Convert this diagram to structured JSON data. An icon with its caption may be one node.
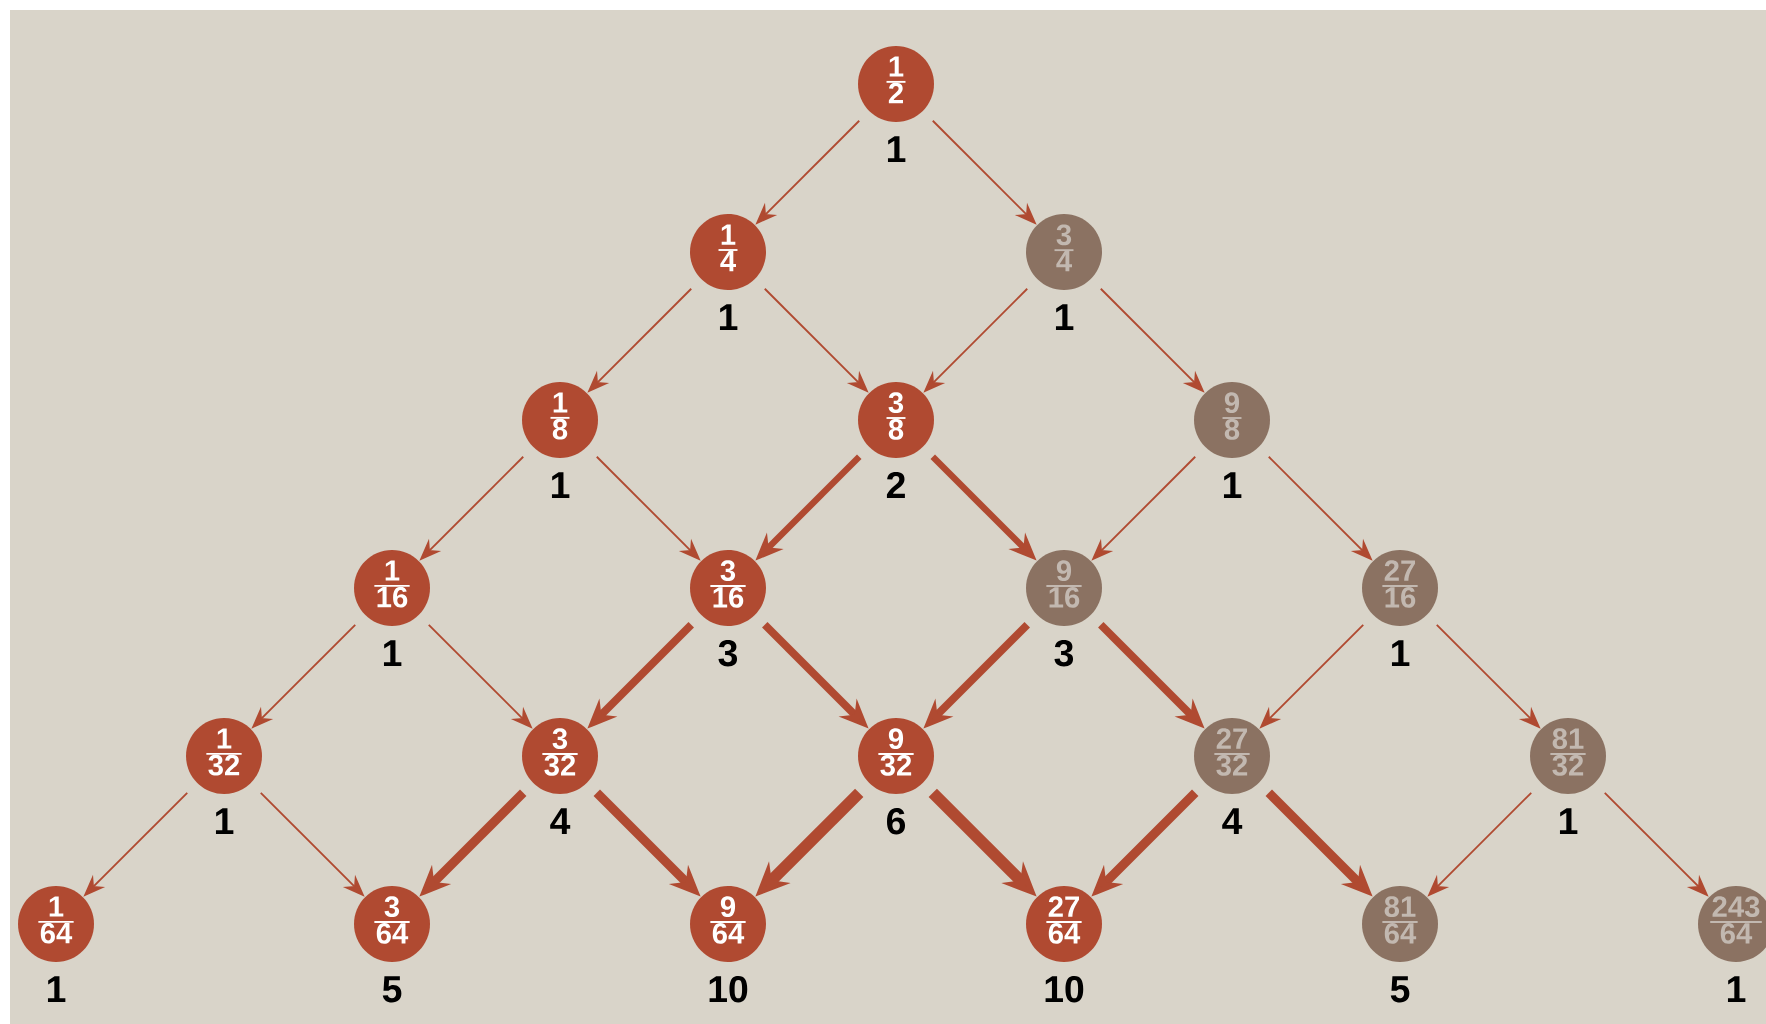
{
  "diagram": {
    "nodes": [
      {
        "text": [
          "1",
          "2"
        ],
        "beside": [
          "1"
        ]
      },
      {
        "text": [
          "1",
          "4"
        ],
        "beside": [
          "1"
        ]
      },
      {
        "text": [
          "3",
          "4"
        ],
        "beside": [
          "1"
        ]
      },
      {
        "text": [
          "1",
          "8"
        ],
        "beside": [
          "1"
        ]
      },
      {
        "text": [
          "3",
          "8"
        ],
        "beside": [
          "2"
        ]
      },
      {
        "text": [
          "9",
          "8"
        ],
        "beside": [
          "1"
        ]
      },
      {
        "text": [
          "1",
          "16"
        ],
        "beside": [
          "1"
        ]
      },
      {
        "text": [
          "3",
          "16"
        ],
        "beside": [
          "3"
        ]
      },
      {
        "text": [
          "9",
          "16"
        ],
        "beside": [
          "3"
        ]
      },
      {
        "text": [
          "27",
          "16"
        ],
        "beside": [
          "1"
        ]
      },
      {
        "text": [
          "1",
          "32"
        ],
        "beside": [
          "1"
        ]
      },
      {
        "text": [
          "3",
          "32"
        ],
        "beside": [
          "4"
        ]
      },
      {
        "text": [
          "9",
          "32"
        ],
        "beside": [
          "6"
        ]
      },
      {
        "text": [
          "27",
          "32"
        ],
        "beside": [
          "4"
        ]
      },
      {
        "text": [
          "81",
          "32"
        ],
        "beside": [
          "1"
        ]
      },
      {
        "text": [
          "1",
          "64"
        ],
        "beside": [
          "1"
        ]
      },
      {
        "text": [
          "3",
          "64"
        ],
        "beside": [
          "5"
        ]
      },
      {
        "text": [
          "9",
          "64"
        ],
        "beside": [
          "10"
        ]
      },
      {
        "text": [
          "27",
          "64"
        ],
        "beside": [
          "10"
        ]
      },
      {
        "text": [
          "81",
          "64"
        ],
        "beside": [
          "5"
        ]
      },
      {
        "text": [
          "243",
          "64"
        ],
        "beside": [
          "1"
        ]
      }
    ],
    "edges": [
      {
        "from": 0,
        "to": 1,
        "arrow": "to"
      },
      {
        "from": 0,
        "to": 2,
        "arrow": "to"
      },
      {
        "from": 1,
        "to": 3,
        "arrow": "to"
      },
      {
        "from": 1,
        "to": 4,
        "arrow": "to"
      },
      {
        "from": 2,
        "to": 4,
        "arrow": "to"
      },
      {
        "from": 2,
        "to": 5,
        "arrow": "to"
      },
      {
        "from": 3,
        "to": 6,
        "arrow": "to"
      },
      {
        "from": 3,
        "to": 7,
        "arrow": "to"
      },
      {
        "from": 4,
        "to": 7,
        "arrow": "to",
        "style": "thick"
      },
      {
        "from": 4,
        "to": 8,
        "arrow": "to",
        "style": "thick"
      },
      {
        "from": 5,
        "to": 8,
        "arrow": "to"
      },
      {
        "from": 5,
        "to": 9,
        "arrow": "to"
      },
      {
        "from": 6,
        "to": 10,
        "arrow": "to"
      },
      {
        "from": 6,
        "to": 11,
        "arrow": "to"
      },
      {
        "from": 7,
        "to": 11,
        "arrow": "to",
        "style": "thick"
      },
      {
        "from": 7,
        "to": 12,
        "arrow": "to",
        "style": "thick"
      },
      {
        "from": 8,
        "to": 12,
        "arrow": "to",
        "style": "thick"
      },
      {
        "from": 8,
        "to": 13,
        "arrow": "to",
        "style": "thick"
      },
      {
        "from": 9,
        "to": 13,
        "arrow": "to"
      },
      {
        "from": 9,
        "to": 14,
        "arrow": "to"
      },
      {
        "from": 10,
        "to": 15,
        "arrow": "to"
      },
      {
        "from": 10,
        "to": 16,
        "arrow": "to"
      },
      {
        "from": 11,
        "to": 16,
        "arrow": "to",
        "style": "thick"
      },
      {
        "from": 11,
        "to": 17,
        "arrow": "to",
        "style": "thick"
      },
      {
        "from": 12,
        "to": 17,
        "arrow": "to",
        "style": "thick"
      },
      {
        "from": 12,
        "to": 18,
        "arrow": "to",
        "style": "thick"
      },
      {
        "from": 13,
        "to": 18,
        "arrow": "to",
        "style": "thick"
      },
      {
        "from": 13,
        "to": 19,
        "arrow": "to",
        "style": "thick"
      },
      {
        "from": 14,
        "to": 19,
        "arrow": "to"
      },
      {
        "from": 14,
        "to": 20,
        "arrow": "to"
      }
    ]
  }
}
